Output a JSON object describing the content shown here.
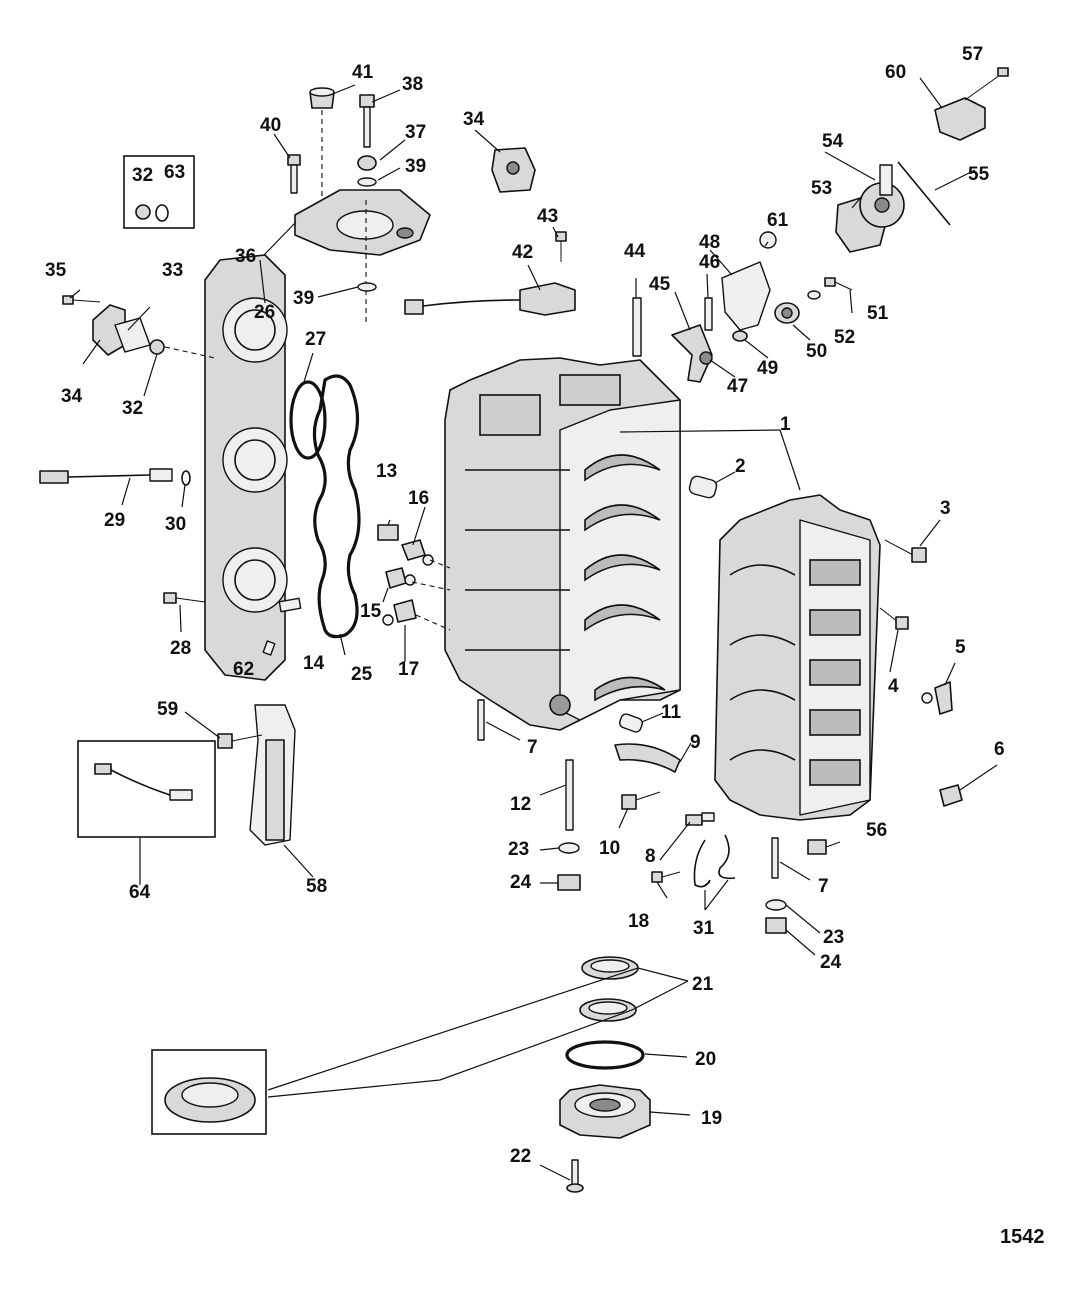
{
  "figure_number": "1542",
  "callouts": {
    "c1": "1",
    "c2": "2",
    "c3": "3",
    "c4": "4",
    "c5": "5",
    "c6": "6",
    "c7a": "7",
    "c7b": "7",
    "c8": "8",
    "c9": "9",
    "c10": "10",
    "c11": "11",
    "c12": "12",
    "c13": "13",
    "c14": "14",
    "c15": "15",
    "c16": "16",
    "c17": "17",
    "c18": "18",
    "c19": "19",
    "c20": "20",
    "c21": "21",
    "c22": "22",
    "c23a": "23",
    "c23b": "23",
    "c24a": "24",
    "c24b": "24",
    "c25": "25",
    "c26": "26",
    "c27": "27",
    "c28": "28",
    "c29": "29",
    "c30": "30",
    "c31": "31",
    "c32a": "32",
    "c32b": "32",
    "c33": "33",
    "c34a": "34",
    "c34b": "34",
    "c35": "35",
    "c36": "36",
    "c37": "37",
    "c38": "38",
    "c39a": "39",
    "c39b": "39",
    "c40": "40",
    "c41": "41",
    "c42": "42",
    "c43": "43",
    "c44": "44",
    "c45": "45",
    "c46": "46",
    "c47": "47",
    "c48": "48",
    "c49": "49",
    "c50": "50",
    "c51": "51",
    "c52": "52",
    "c53": "53",
    "c54": "54",
    "c55": "55",
    "c56": "56",
    "c57": "57",
    "c58": "58",
    "c59": "59",
    "c60": "60",
    "c61": "61",
    "c62": "62",
    "c63": "63",
    "c64": "64"
  }
}
